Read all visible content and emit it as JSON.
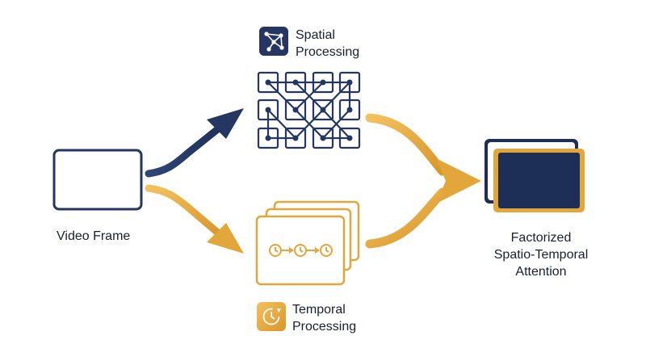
{
  "labels": {
    "video_frame": "Video Frame",
    "spatial": [
      "Spatial",
      "Processing"
    ],
    "temporal": [
      "Temporal",
      "Processing"
    ],
    "attention": [
      "Factorized",
      "Spatio-Temporal",
      "Attention"
    ]
  },
  "colors": {
    "navy": "#243661",
    "navy_fill": "#1d2f57",
    "gold": "#e2a63a",
    "gold_light": "#f3c15f",
    "text": "#1a1f2e"
  },
  "icons": {
    "spatial": "network-graph-icon",
    "temporal": "clock-cycle-icon",
    "sequence": "clock-sequence-icon",
    "grid": "spatial-grid-icon"
  }
}
